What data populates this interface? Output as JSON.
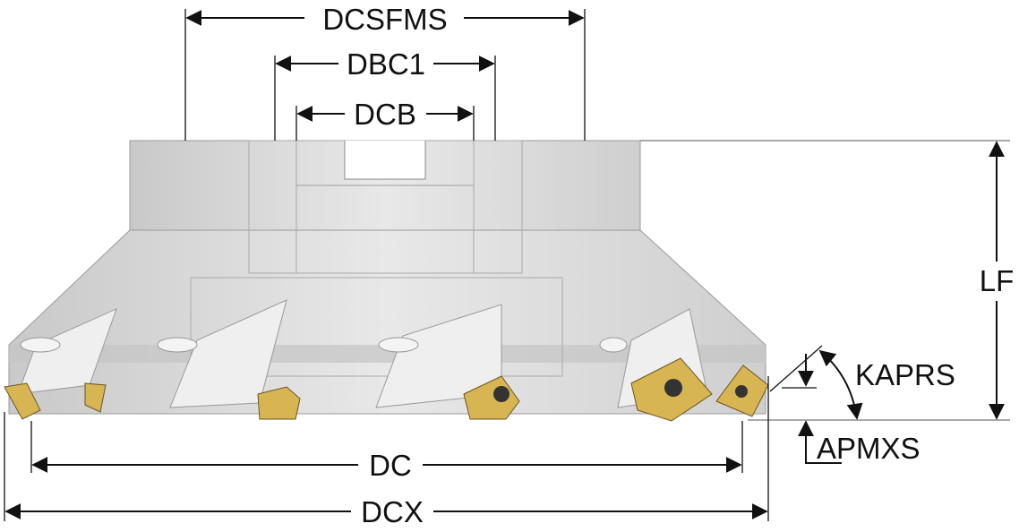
{
  "title": "Face milling cutter dimensions",
  "labels": {
    "dcsfms": "DCSFMS",
    "dbc1": "DBC1",
    "dcb": "DCB",
    "lf": "LF",
    "kaprs": "KAPRS",
    "apmxs": "APMXS",
    "dc": "DC",
    "dcx": "DCX"
  },
  "colors": {
    "body": "#dcdcdc",
    "body_shadow": "#b9b9b9",
    "insert": "#d8b553",
    "line": "#111111"
  }
}
